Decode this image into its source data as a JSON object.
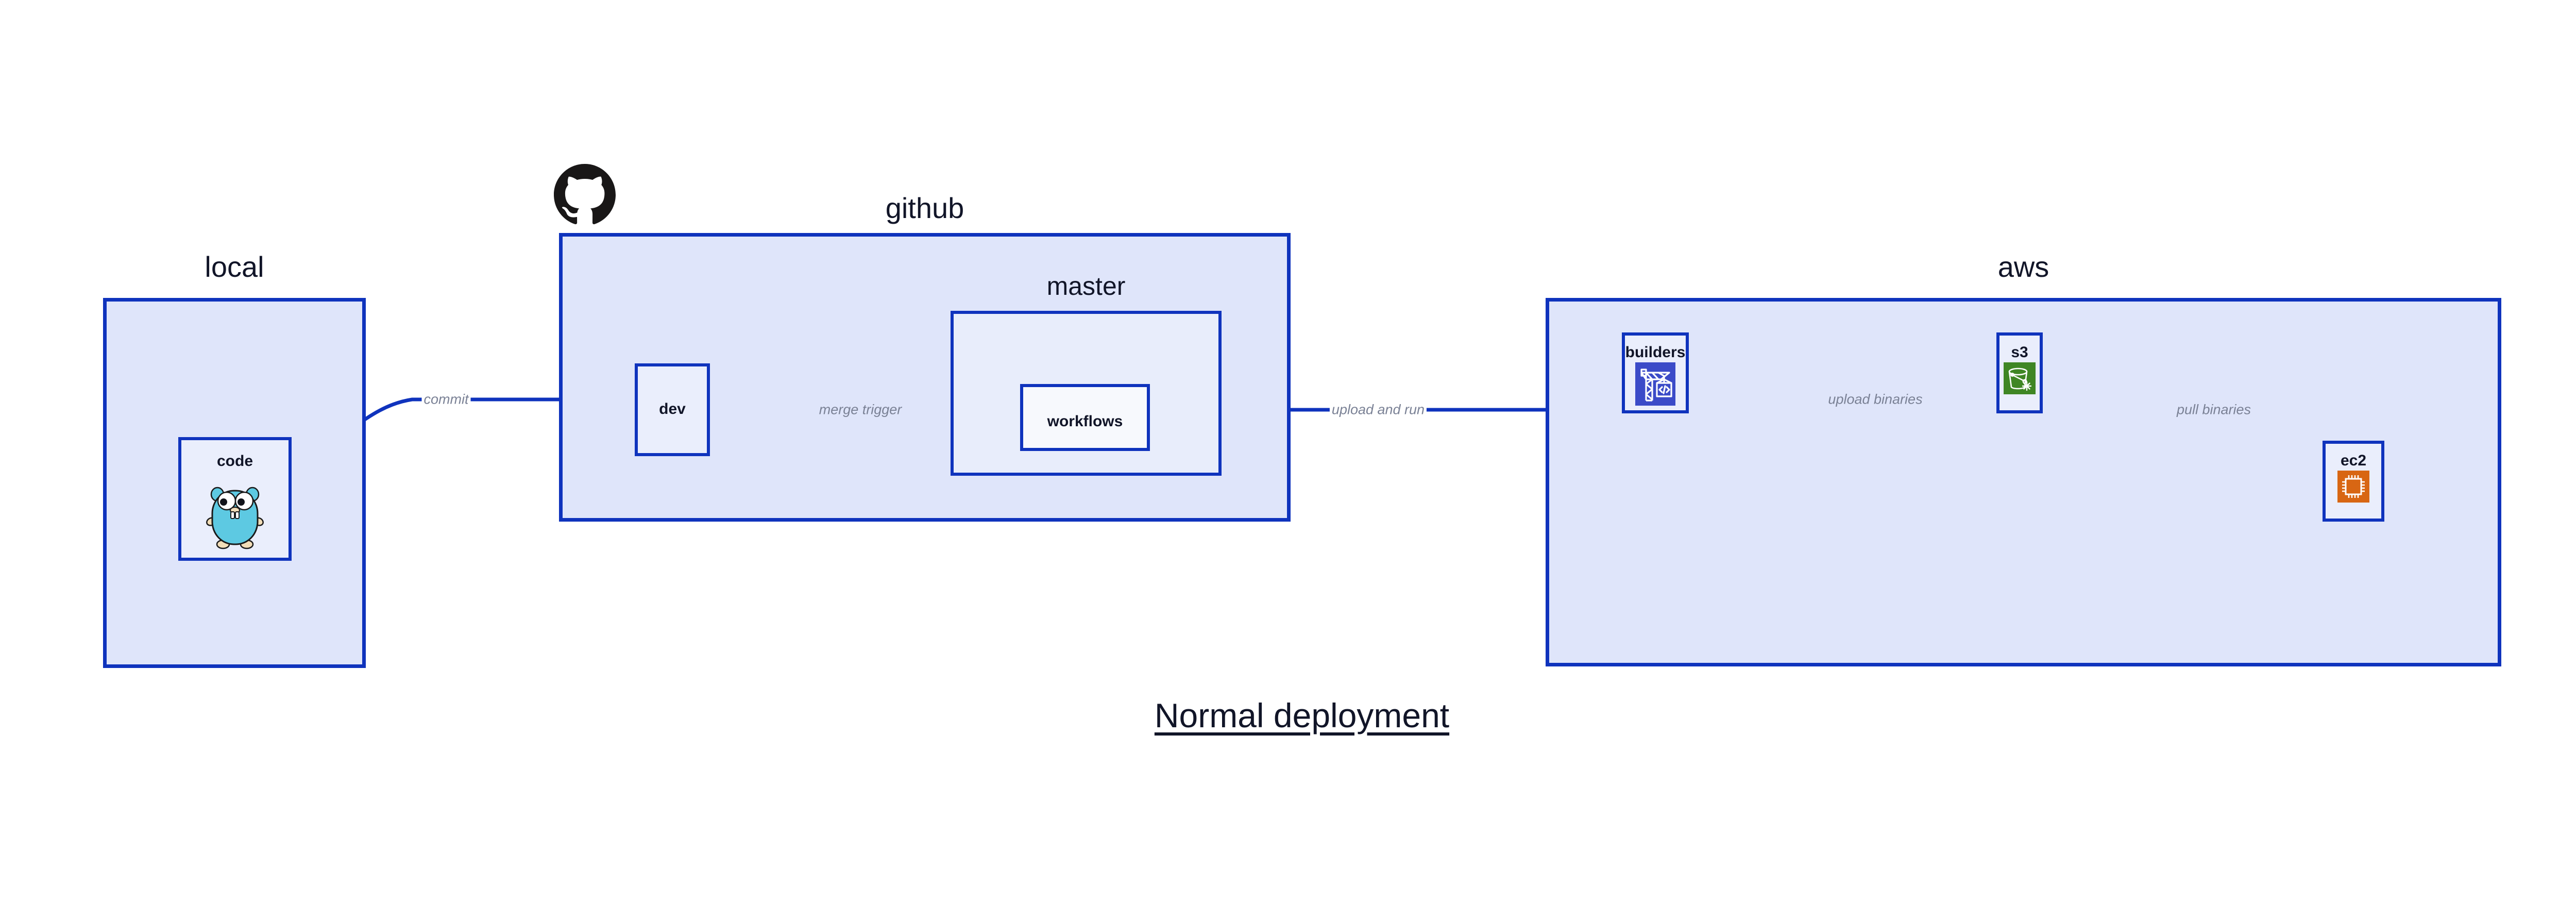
{
  "diagram": {
    "title": "Normal deployment",
    "colors": {
      "zone_fill": "#dfe5fa",
      "zone_border": "#0f33bd",
      "subzone_fill": "#e8edfb",
      "node_fill": "#eaeefc",
      "node_white_fill": "#f7f9fd",
      "edge_stroke": "#0f33bd",
      "edge_label_text": "#7a8195",
      "title_text": "#111528",
      "builders_icon": "#3b4bc8",
      "s3_icon": "#3f8624",
      "ec2_icon": "#d86613",
      "gopher_body": "#5dc9e2",
      "github_mark": "#191717"
    }
  },
  "zones": [
    {
      "id": "local",
      "label": "local"
    },
    {
      "id": "github",
      "label": "github"
    },
    {
      "id": "aws",
      "label": "aws"
    }
  ],
  "subzones": [
    {
      "id": "master",
      "label": "master",
      "parent": "github"
    }
  ],
  "nodes": [
    {
      "id": "code",
      "label": "code",
      "icon": "go-gopher-icon",
      "parent": "local"
    },
    {
      "id": "dev",
      "label": "dev",
      "icon": null,
      "parent": "github"
    },
    {
      "id": "workflows",
      "label": "workflows",
      "icon": null,
      "parent": "master"
    },
    {
      "id": "builders",
      "label": "builders",
      "icon": "crane-code-icon",
      "parent": "aws"
    },
    {
      "id": "s3",
      "label": "s3",
      "icon": "s3-bucket-icon",
      "parent": "aws"
    },
    {
      "id": "ec2",
      "label": "ec2",
      "icon": "cpu-chip-icon",
      "parent": "aws"
    }
  ],
  "edges": [
    {
      "id": "commit",
      "label": "commit",
      "from": "code",
      "to": "dev"
    },
    {
      "id": "merge-trigger",
      "label": "merge trigger",
      "from": "dev",
      "to": "workflows"
    },
    {
      "id": "upload-and-run",
      "label": "upload and run",
      "from": "workflows",
      "to": "builders"
    },
    {
      "id": "upload-binaries",
      "label": "upload binaries",
      "from": "builders",
      "to": "s3"
    },
    {
      "id": "pull-binaries",
      "label": "pull binaries",
      "from": "s3",
      "to": "ec2"
    }
  ],
  "icons": {
    "github_mark": "github-octocat-icon"
  }
}
